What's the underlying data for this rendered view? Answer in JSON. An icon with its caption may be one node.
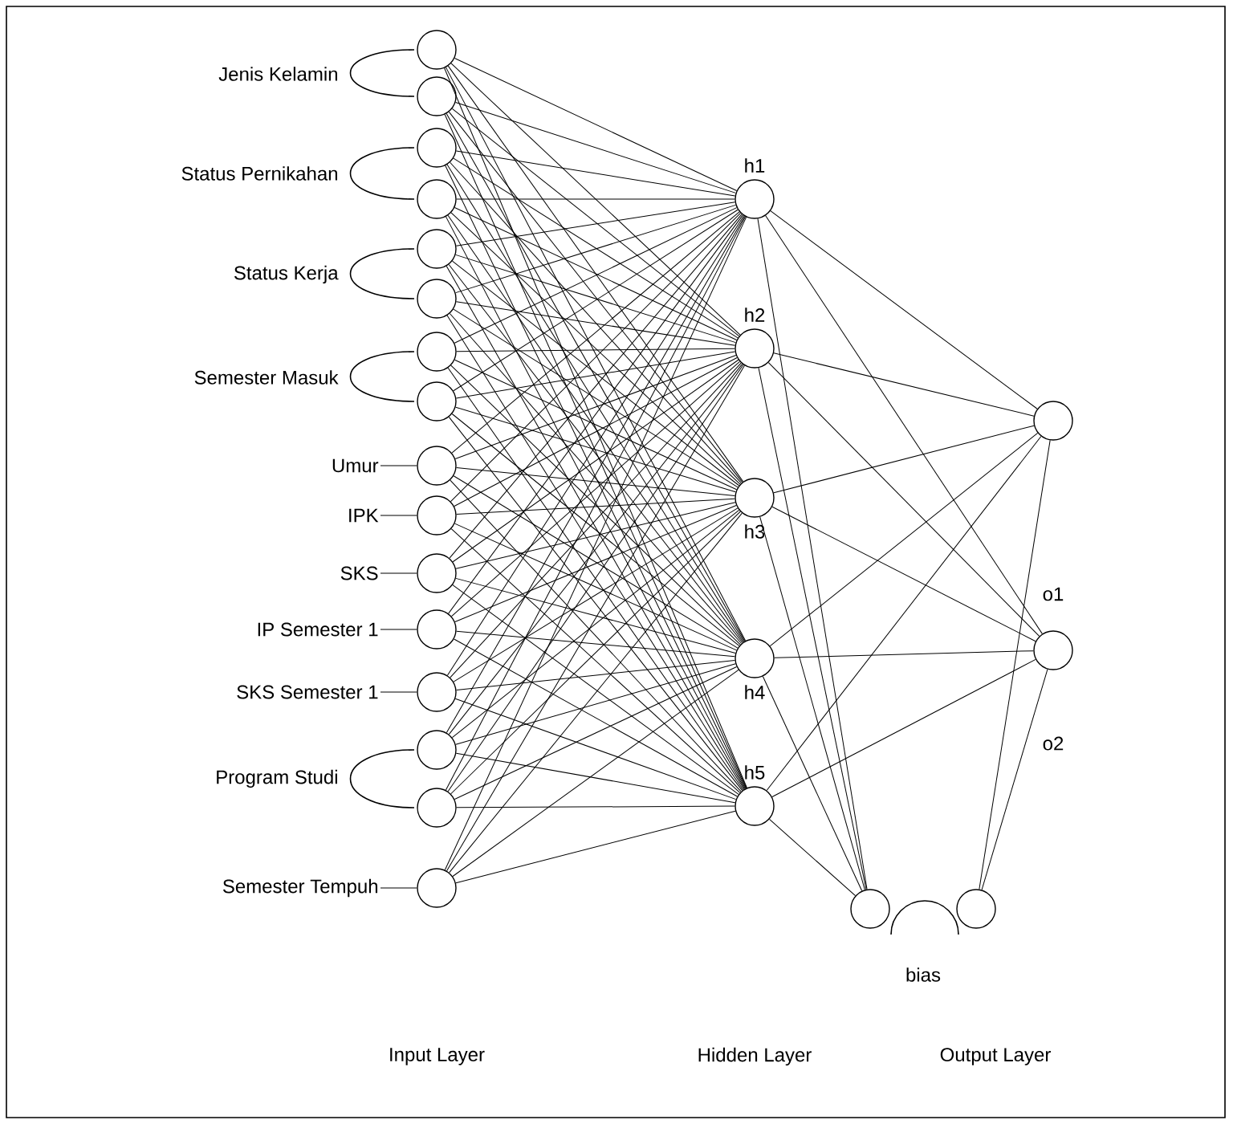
{
  "diagram": {
    "nodes": [
      {
        "text": [],
        "shape": "circle"
      },
      {
        "text": [],
        "shape": "circle"
      },
      {
        "text": [],
        "shape": "circle"
      },
      {
        "text": [],
        "shape": "circle"
      },
      {
        "text": [],
        "shape": "circle"
      },
      {
        "text": [],
        "shape": "circle"
      },
      {
        "text": [],
        "shape": "circle"
      },
      {
        "text": [],
        "shape": "circle"
      },
      {
        "text": [],
        "shape": "circle"
      },
      {
        "text": [],
        "shape": "circle"
      },
      {
        "text": [],
        "shape": "circle"
      },
      {
        "text": [],
        "shape": "circle"
      },
      {
        "text": [],
        "shape": "circle"
      },
      {
        "text": [],
        "shape": "circle"
      },
      {
        "text": [],
        "shape": "circle"
      },
      {
        "text": [],
        "shape": "circle"
      },
      {
        "text": [],
        "shape": "circle",
        "beside": [
          "h1"
        ]
      },
      {
        "text": [],
        "shape": "circle",
        "beside": [
          "h2"
        ]
      },
      {
        "text": [],
        "shape": "circle",
        "beside": [
          "h3"
        ]
      },
      {
        "text": [],
        "shape": "circle",
        "beside": [
          "h4"
        ]
      },
      {
        "text": [],
        "shape": "circle",
        "beside": [
          "h5"
        ]
      },
      {
        "text": [],
        "shape": "circle"
      },
      {
        "text": [],
        "shape": "circle"
      },
      {
        "text": [],
        "shape": "circle"
      },
      {
        "text": [],
        "shape": "circle"
      },
      {
        "text": [
          "Umur"
        ]
      },
      {
        "text": [
          "IPK"
        ]
      },
      {
        "text": [
          "SKS"
        ]
      },
      {
        "text": [
          "IP Semester 1"
        ]
      },
      {
        "text": [
          "SKS Semester 1"
        ]
      },
      {
        "text": [
          "Semester Tempuh"
        ]
      }
    ],
    "edges": [
      {
        "from": 0,
        "to": 16,
        "arrow": "none"
      },
      {
        "from": 0,
        "to": 17,
        "arrow": "none"
      },
      {
        "from": 0,
        "to": 18,
        "arrow": "none"
      },
      {
        "from": 0,
        "to": 19,
        "arrow": "none"
      },
      {
        "from": 0,
        "to": 20,
        "arrow": "none"
      },
      {
        "from": 1,
        "to": 16,
        "arrow": "none"
      },
      {
        "from": 1,
        "to": 17,
        "arrow": "none"
      },
      {
        "from": 1,
        "to": 18,
        "arrow": "none"
      },
      {
        "from": 1,
        "to": 19,
        "arrow": "none"
      },
      {
        "from": 1,
        "to": 20,
        "arrow": "none"
      },
      {
        "from": 2,
        "to": 16,
        "arrow": "none"
      },
      {
        "from": 2,
        "to": 17,
        "arrow": "none"
      },
      {
        "from": 2,
        "to": 18,
        "arrow": "none"
      },
      {
        "from": 2,
        "to": 19,
        "arrow": "none"
      },
      {
        "from": 2,
        "to": 20,
        "arrow": "none"
      },
      {
        "from": 3,
        "to": 16,
        "arrow": "none"
      },
      {
        "from": 3,
        "to": 17,
        "arrow": "none"
      },
      {
        "from": 3,
        "to": 18,
        "arrow": "none"
      },
      {
        "from": 3,
        "to": 19,
        "arrow": "none"
      },
      {
        "from": 3,
        "to": 20,
        "arrow": "none"
      },
      {
        "from": 4,
        "to": 16,
        "arrow": "none"
      },
      {
        "from": 4,
        "to": 17,
        "arrow": "none"
      },
      {
        "from": 4,
        "to": 18,
        "arrow": "none"
      },
      {
        "from": 4,
        "to": 19,
        "arrow": "none"
      },
      {
        "from": 4,
        "to": 20,
        "arrow": "none"
      },
      {
        "from": 5,
        "to": 16,
        "arrow": "none"
      },
      {
        "from": 5,
        "to": 17,
        "arrow": "none"
      },
      {
        "from": 5,
        "to": 18,
        "arrow": "none"
      },
      {
        "from": 5,
        "to": 19,
        "arrow": "none"
      },
      {
        "from": 5,
        "to": 20,
        "arrow": "none"
      },
      {
        "from": 6,
        "to": 16,
        "arrow": "none"
      },
      {
        "from": 6,
        "to": 17,
        "arrow": "none"
      },
      {
        "from": 6,
        "to": 18,
        "arrow": "none"
      },
      {
        "from": 6,
        "to": 19,
        "arrow": "none"
      },
      {
        "from": 6,
        "to": 20,
        "arrow": "none"
      },
      {
        "from": 7,
        "to": 16,
        "arrow": "none"
      },
      {
        "from": 7,
        "to": 17,
        "arrow": "none"
      },
      {
        "from": 7,
        "to": 18,
        "arrow": "none"
      },
      {
        "from": 7,
        "to": 19,
        "arrow": "none"
      },
      {
        "from": 7,
        "to": 20,
        "arrow": "none"
      },
      {
        "from": 8,
        "to": 16,
        "arrow": "none"
      },
      {
        "from": 8,
        "to": 17,
        "arrow": "none"
      },
      {
        "from": 8,
        "to": 18,
        "arrow": "none"
      },
      {
        "from": 8,
        "to": 19,
        "arrow": "none"
      },
      {
        "from": 8,
        "to": 20,
        "arrow": "none"
      },
      {
        "from": 9,
        "to": 16,
        "arrow": "none"
      },
      {
        "from": 9,
        "to": 17,
        "arrow": "none"
      },
      {
        "from": 9,
        "to": 18,
        "arrow": "none"
      },
      {
        "from": 9,
        "to": 19,
        "arrow": "none"
      },
      {
        "from": 9,
        "to": 20,
        "arrow": "none"
      },
      {
        "from": 10,
        "to": 16,
        "arrow": "none"
      },
      {
        "from": 10,
        "to": 17,
        "arrow": "none"
      },
      {
        "from": 10,
        "to": 18,
        "arrow": "none"
      },
      {
        "from": 10,
        "to": 19,
        "arrow": "none"
      },
      {
        "from": 10,
        "to": 20,
        "arrow": "none"
      },
      {
        "from": 11,
        "to": 16,
        "arrow": "none"
      },
      {
        "from": 11,
        "to": 17,
        "arrow": "none"
      },
      {
        "from": 11,
        "to": 18,
        "arrow": "none"
      },
      {
        "from": 11,
        "to": 19,
        "arrow": "none"
      },
      {
        "from": 11,
        "to": 20,
        "arrow": "none"
      },
      {
        "from": 12,
        "to": 16,
        "arrow": "none"
      },
      {
        "from": 12,
        "to": 17,
        "arrow": "none"
      },
      {
        "from": 12,
        "to": 18,
        "arrow": "none"
      },
      {
        "from": 12,
        "to": 19,
        "arrow": "none"
      },
      {
        "from": 12,
        "to": 20,
        "arrow": "none"
      },
      {
        "from": 13,
        "to": 16,
        "arrow": "none"
      },
      {
        "from": 13,
        "to": 17,
        "arrow": "none"
      },
      {
        "from": 13,
        "to": 18,
        "arrow": "none"
      },
      {
        "from": 13,
        "to": 19,
        "arrow": "none"
      },
      {
        "from": 13,
        "to": 20,
        "arrow": "none"
      },
      {
        "from": 14,
        "to": 16,
        "arrow": "none"
      },
      {
        "from": 14,
        "to": 17,
        "arrow": "none"
      },
      {
        "from": 14,
        "to": 18,
        "arrow": "none"
      },
      {
        "from": 14,
        "to": 19,
        "arrow": "none"
      },
      {
        "from": 14,
        "to": 20,
        "arrow": "none"
      },
      {
        "from": 15,
        "to": 16,
        "arrow": "none"
      },
      {
        "from": 15,
        "to": 17,
        "arrow": "none"
      },
      {
        "from": 15,
        "to": 18,
        "arrow": "none"
      },
      {
        "from": 15,
        "to": 19,
        "arrow": "none"
      },
      {
        "from": 15,
        "to": 20,
        "arrow": "none"
      },
      {
        "from": 16,
        "to": 21,
        "arrow": "none"
      },
      {
        "from": 16,
        "to": 22,
        "arrow": "none"
      },
      {
        "from": 17,
        "to": 21,
        "arrow": "none"
      },
      {
        "from": 17,
        "to": 22,
        "arrow": "none"
      },
      {
        "from": 18,
        "to": 21,
        "arrow": "none"
      },
      {
        "from": 18,
        "to": 22,
        "arrow": "none"
      },
      {
        "from": 19,
        "to": 21,
        "arrow": "none"
      },
      {
        "from": 19,
        "to": 22,
        "arrow": "none"
      },
      {
        "from": 20,
        "to": 21,
        "arrow": "none"
      },
      {
        "from": 20,
        "to": 22,
        "arrow": "none"
      },
      {
        "from": 23,
        "to": 16,
        "arrow": "none"
      },
      {
        "from": 23,
        "to": 17,
        "arrow": "none"
      },
      {
        "from": 23,
        "to": 18,
        "arrow": "none"
      },
      {
        "from": 23,
        "to": 19,
        "arrow": "none"
      },
      {
        "from": 23,
        "to": 20,
        "arrow": "none"
      },
      {
        "from": 24,
        "to": 21,
        "arrow": "none"
      },
      {
        "from": 24,
        "to": 22,
        "arrow": "none"
      },
      {
        "from": 25,
        "to": 8,
        "arrow": "none"
      },
      {
        "from": 26,
        "to": 9,
        "arrow": "none"
      },
      {
        "from": 27,
        "to": 10,
        "arrow": "none"
      },
      {
        "from": 28,
        "to": 11,
        "arrow": "none"
      },
      {
        "from": 29,
        "to": 12,
        "arrow": "none"
      },
      {
        "from": 30,
        "to": 15,
        "arrow": "none"
      }
    ],
    "labels": [
      "Jenis Kelamin",
      "Status Pernikahan",
      "Status Kerja",
      "Semester Masuk",
      "Program Studi",
      "o1",
      "o2",
      "bias",
      "Input Layer",
      "Hidden Layer",
      "Output Layer"
    ]
  }
}
